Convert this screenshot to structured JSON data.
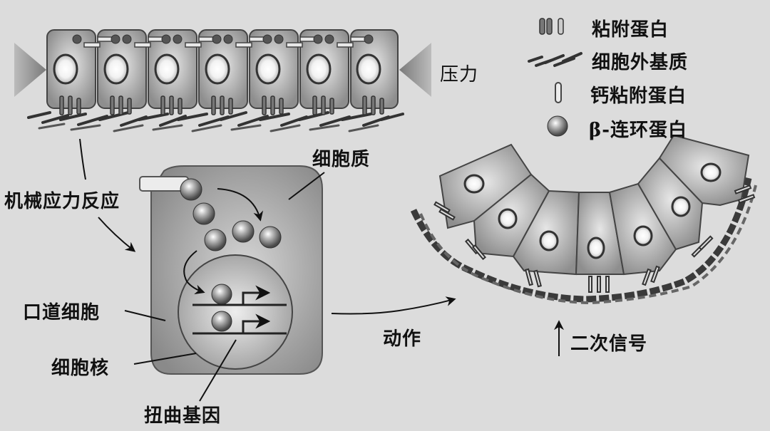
{
  "legend": {
    "items": [
      {
        "icon": "adhesion-protein-icon",
        "label": "粘附蛋白"
      },
      {
        "icon": "extracellular-matrix-icon",
        "label": "细胞外基质"
      },
      {
        "icon": "cadherin-icon",
        "label": "钙粘附蛋白"
      },
      {
        "icon": "beta-catenin-icon",
        "label": "β-连环蛋白"
      }
    ]
  },
  "labels": {
    "pressure": "压力",
    "mechanical_stress_response": "机械应力反应",
    "cytoplasm": "细胞质",
    "stomodeal_cell": "口道细胞",
    "nucleus": "细胞核",
    "twist_gene": "扭曲基因",
    "action": "动作",
    "secondary_signal": "二次信号"
  },
  "colors": {
    "background": "#dcdcdc",
    "cell_fill": "#a8a8a8",
    "cell_stroke": "#4a4a4a",
    "text": "#111111"
  }
}
